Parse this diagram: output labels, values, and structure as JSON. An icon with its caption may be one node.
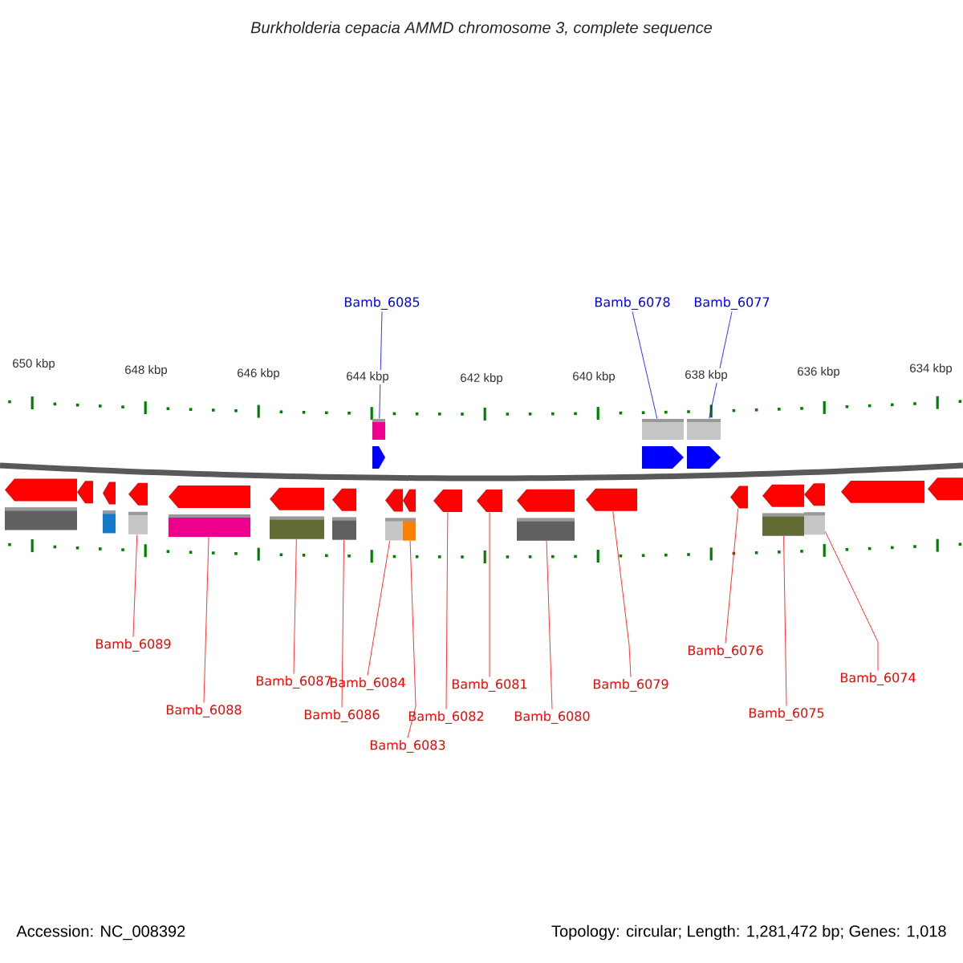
{
  "diagram": {
    "title": "Burkholderia cepacia AMMD chromosome 3, complete sequence",
    "nodes": [
      {
        "text": [
          "Bamb_6085"
        ]
      },
      {
        "text": [
          "Bamb_6078"
        ]
      },
      {
        "text": [
          "Bamb_6077"
        ]
      },
      {
        "text": [
          "Bamb_6089"
        ]
      },
      {
        "text": [
          "Bamb_6088"
        ]
      },
      {
        "text": [
          "Bamb_6087"
        ]
      },
      {
        "text": [
          "Bamb_6084"
        ]
      },
      {
        "text": [
          "Bamb_6086"
        ]
      },
      {
        "text": [
          "Bamb_6083"
        ]
      },
      {
        "text": [
          "Bamb_6082"
        ]
      },
      {
        "text": [
          "Bamb_6081"
        ]
      },
      {
        "text": [
          "Bamb_6080"
        ]
      },
      {
        "text": [
          "Bamb_6079"
        ]
      },
      {
        "text": [
          "Bamb_6076"
        ]
      },
      {
        "text": [
          "Bamb_6075"
        ]
      },
      {
        "text": [
          "Bamb_6074"
        ]
      },
      {
        "text": [],
        "shape": "arrow"
      },
      {
        "text": [],
        "shape": "arrow"
      },
      {
        "text": [],
        "shape": "arrow"
      },
      {
        "text": [],
        "shape": "arrow"
      },
      {
        "text": [],
        "shape": "arrow"
      },
      {
        "text": [],
        "shape": "arrow"
      },
      {
        "text": [],
        "shape": "arrow"
      },
      {
        "text": [],
        "shape": "arrow"
      },
      {
        "text": [],
        "shape": "arrow"
      },
      {
        "text": [],
        "shape": "arrow"
      },
      {
        "text": [],
        "shape": "arrow"
      },
      {
        "text": [],
        "shape": "arrow"
      },
      {
        "text": [],
        "shape": "arrow"
      },
      {
        "text": [],
        "shape": "arrow"
      },
      {
        "text": [],
        "shape": "arrow"
      },
      {
        "text": [],
        "shape": "arrow"
      },
      {
        "text": [],
        "shape": "arrow"
      },
      {
        "text": [],
        "shape": "arrow"
      },
      {
        "text": [],
        "shape": "arrow"
      },
      {
        "text": [],
        "shape": "arrow"
      },
      {
        "text": [],
        "shape": "arrow"
      }
    ],
    "edges": [
      {
        "from": 0,
        "to": 23,
        "arrow": "none",
        "color": "#0000ff"
      },
      {
        "from": 1,
        "to": 30,
        "arrow": "none",
        "color": "#0000ff"
      },
      {
        "from": 2,
        "to": 31,
        "arrow": "none",
        "color": "#0000ff"
      },
      {
        "from": 3,
        "to": 19,
        "arrow": "none"
      },
      {
        "from": 4,
        "to": 20,
        "arrow": "none"
      },
      {
        "from": 5,
        "to": 21,
        "arrow": "none"
      },
      {
        "from": 6,
        "to": 24,
        "arrow": "none"
      },
      {
        "from": 7,
        "to": 22,
        "arrow": "none"
      },
      {
        "from": 8,
        "to": 25,
        "arrow": "none"
      },
      {
        "from": 9,
        "to": 26,
        "arrow": "none"
      },
      {
        "from": 10,
        "to": 27,
        "arrow": "none"
      },
      {
        "from": 11,
        "to": 28,
        "arrow": "none"
      },
      {
        "from": 12,
        "to": 29,
        "arrow": "none"
      },
      {
        "from": 13,
        "to": 32,
        "arrow": "none"
      },
      {
        "from": 14,
        "to": 33,
        "arrow": "none"
      },
      {
        "from": 15,
        "to": 34,
        "arrow": "none"
      }
    ],
    "labels": [
      "650 kbp",
      "648 kbp",
      "646 kbp",
      "644 kbp",
      "642 kbp",
      "640 kbp",
      "638 kbp",
      "636 kbp",
      "634 kbp",
      "Accession: NC_008392",
      "Topology: circular; Length: 1,281,472 bp; Genes: 1,018"
    ]
  }
}
